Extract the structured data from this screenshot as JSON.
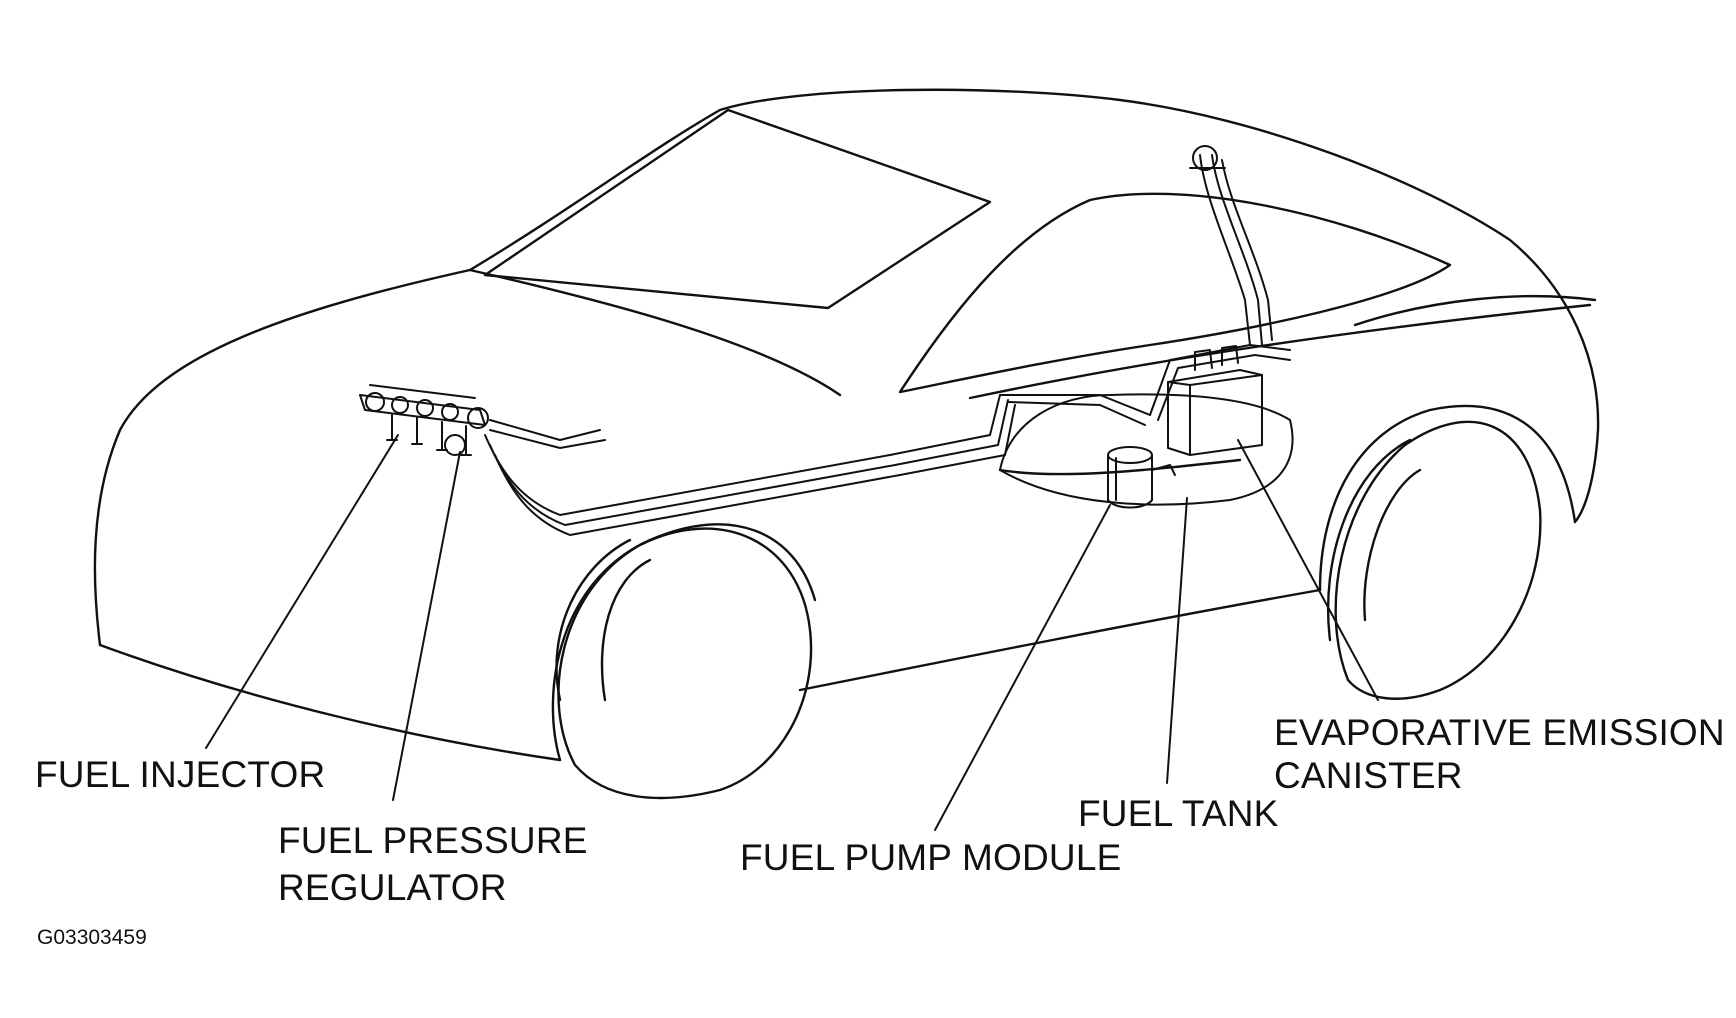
{
  "diagram": {
    "labels": {
      "fuel_injector": "FUEL INJECTOR",
      "fuel_pressure_regulator_line1": "FUEL PRESSURE",
      "fuel_pressure_regulator_line2": "REGULATOR",
      "fuel_pump_module": "FUEL PUMP MODULE",
      "fuel_tank": "FUEL TANK",
      "evap_canister_line1": "EVAPORATIVE EMISSION",
      "evap_canister_line2": "CANISTER"
    },
    "figure_code": "G03303459",
    "colors": {
      "ink": "#111111",
      "background": "#ffffff"
    }
  }
}
